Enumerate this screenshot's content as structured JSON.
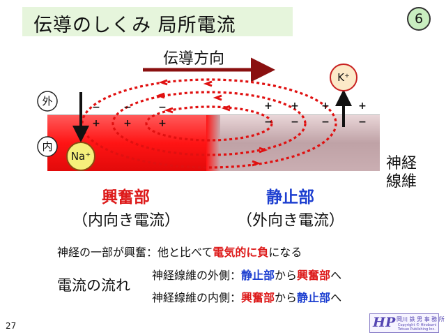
{
  "header": {
    "title": "伝導のしくみ 局所電流",
    "page_badge": "6"
  },
  "diagram": {
    "direction_label": "伝導方向",
    "outside_label": "外",
    "inside_label": "内",
    "na_label": "Na⁺",
    "k_label": "K⁺",
    "nerve_label_line1": "神経",
    "nerve_label_line2": "線維",
    "signs_excited_outer": [
      "−",
      "−",
      "−"
    ],
    "signs_excited_inner": [
      "+",
      "+",
      "+"
    ],
    "signs_rest_outer": [
      "+",
      "+",
      "+",
      "+"
    ],
    "signs_rest_inner": [
      "−",
      "−",
      "−",
      "−"
    ],
    "colors": {
      "excited": "#ff1e1e",
      "resting": "#c8a8ac",
      "current": "#e01010",
      "direction": "#8a1010"
    }
  },
  "regions": {
    "excited_label": "興奮部",
    "excited_sub": "（内向き電流）",
    "rest_label": "静止部",
    "rest_sub": "（外向き電流）"
  },
  "statement": {
    "part1": "神経の一部が興奮：他と比べて",
    "highlight": "電気的に負",
    "part2": "になる"
  },
  "flow": {
    "heading": "電流の流れ",
    "outer_prefix": "神経線維の外側：",
    "outer_from": "静止部",
    "outer_mid": "から",
    "outer_to": "興奮部",
    "outer_suffix": "へ",
    "inner_prefix": "神経線維の内側：",
    "inner_from": "興奮部",
    "inner_mid": "から",
    "inner_to": "静止部",
    "inner_suffix": "へ"
  },
  "footer": {
    "page_number": "27",
    "logo_mark": "HP",
    "logo_name": "岡川 鉄 男 事 務 所",
    "logo_small": "Copyright © Hirobumi Tetsuo Publishing Inc."
  }
}
